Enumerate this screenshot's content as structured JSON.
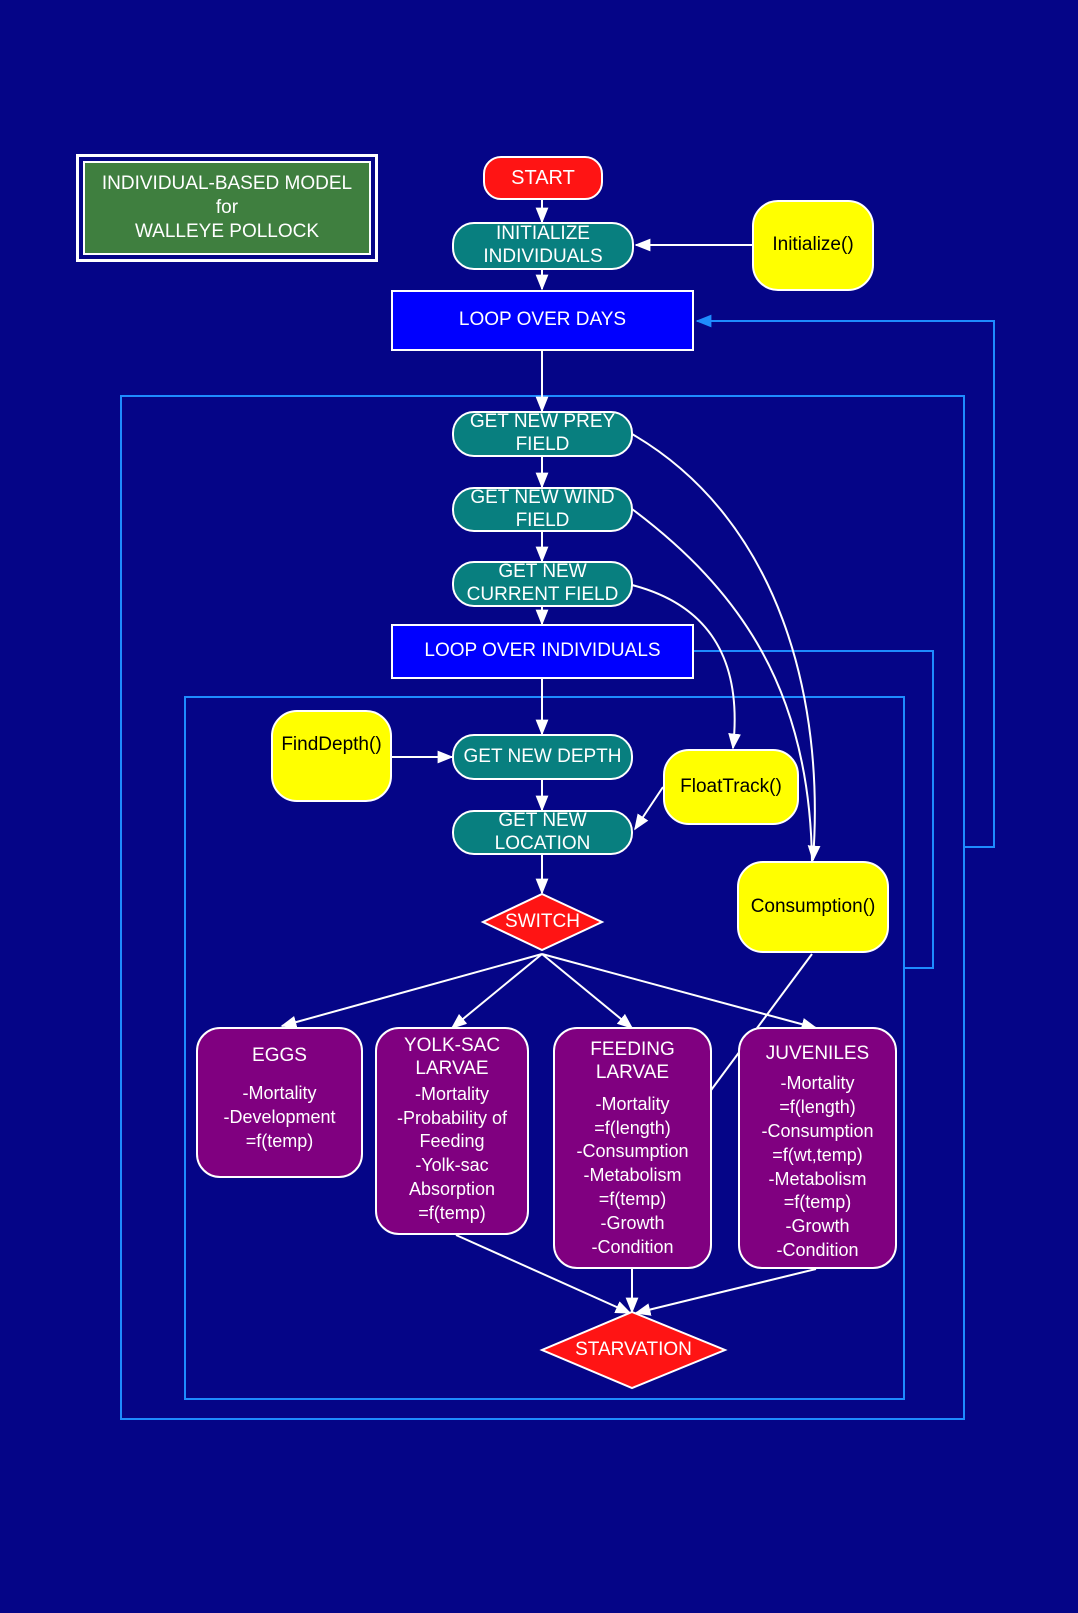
{
  "title": "INDIVIDUAL-BASED MODEL\nfor\nWALLEYE POLLOCK",
  "nodes": {
    "start": "START",
    "initialize_individuals": "INITIALIZE\nINDIVIDUALS",
    "initialize_fn": "Initialize()",
    "loop_days": "LOOP OVER DAYS",
    "prey_field": "GET NEW PREY\nFIELD",
    "wind_field": "GET NEW WIND\nFIELD",
    "current_field": "GET NEW\nCURRENT FIELD",
    "loop_individuals": "LOOP OVER INDIVIDUALS",
    "find_depth_fn": "FindDepth()",
    "new_depth": "GET NEW DEPTH",
    "float_track_fn": "FloatTrack()",
    "new_location": "GET NEW\nLOCATION",
    "consumption_fn": "Consumption()",
    "switch": "SWITCH",
    "starvation": "STARVATION"
  },
  "stages": {
    "eggs": {
      "title": "EGGS",
      "body": "-Mortality\n-Development\n=f(temp)"
    },
    "yolk_sac": {
      "title": "YOLK-SAC\nLARVAE",
      "body": "-Mortality\n-Probability of\nFeeding\n-Yolk-sac\nAbsorption\n=f(temp)"
    },
    "feeding": {
      "title": "FEEDING\nLARVAE",
      "body": "-Mortality\n    =f(length)\n-Consumption\n-Metabolism\n=f(temp)\n-Growth\n-Condition"
    },
    "juveniles": {
      "title": "JUVENILES",
      "body": "-Mortality\n    =f(length)\n-Consumption\n=f(wt,temp)\n-Metabolism\n=f(temp)\n-Growth\n-Condition"
    }
  },
  "colors": {
    "background": "#050587",
    "title_fill": "#3f7f3f",
    "terminal": "#ff1414",
    "process": "#087f7f",
    "loop": "#0000ff",
    "function": "#ffff00",
    "stage": "#800080",
    "loop_line": "#1e8cff",
    "arrow": "#ffffff"
  }
}
